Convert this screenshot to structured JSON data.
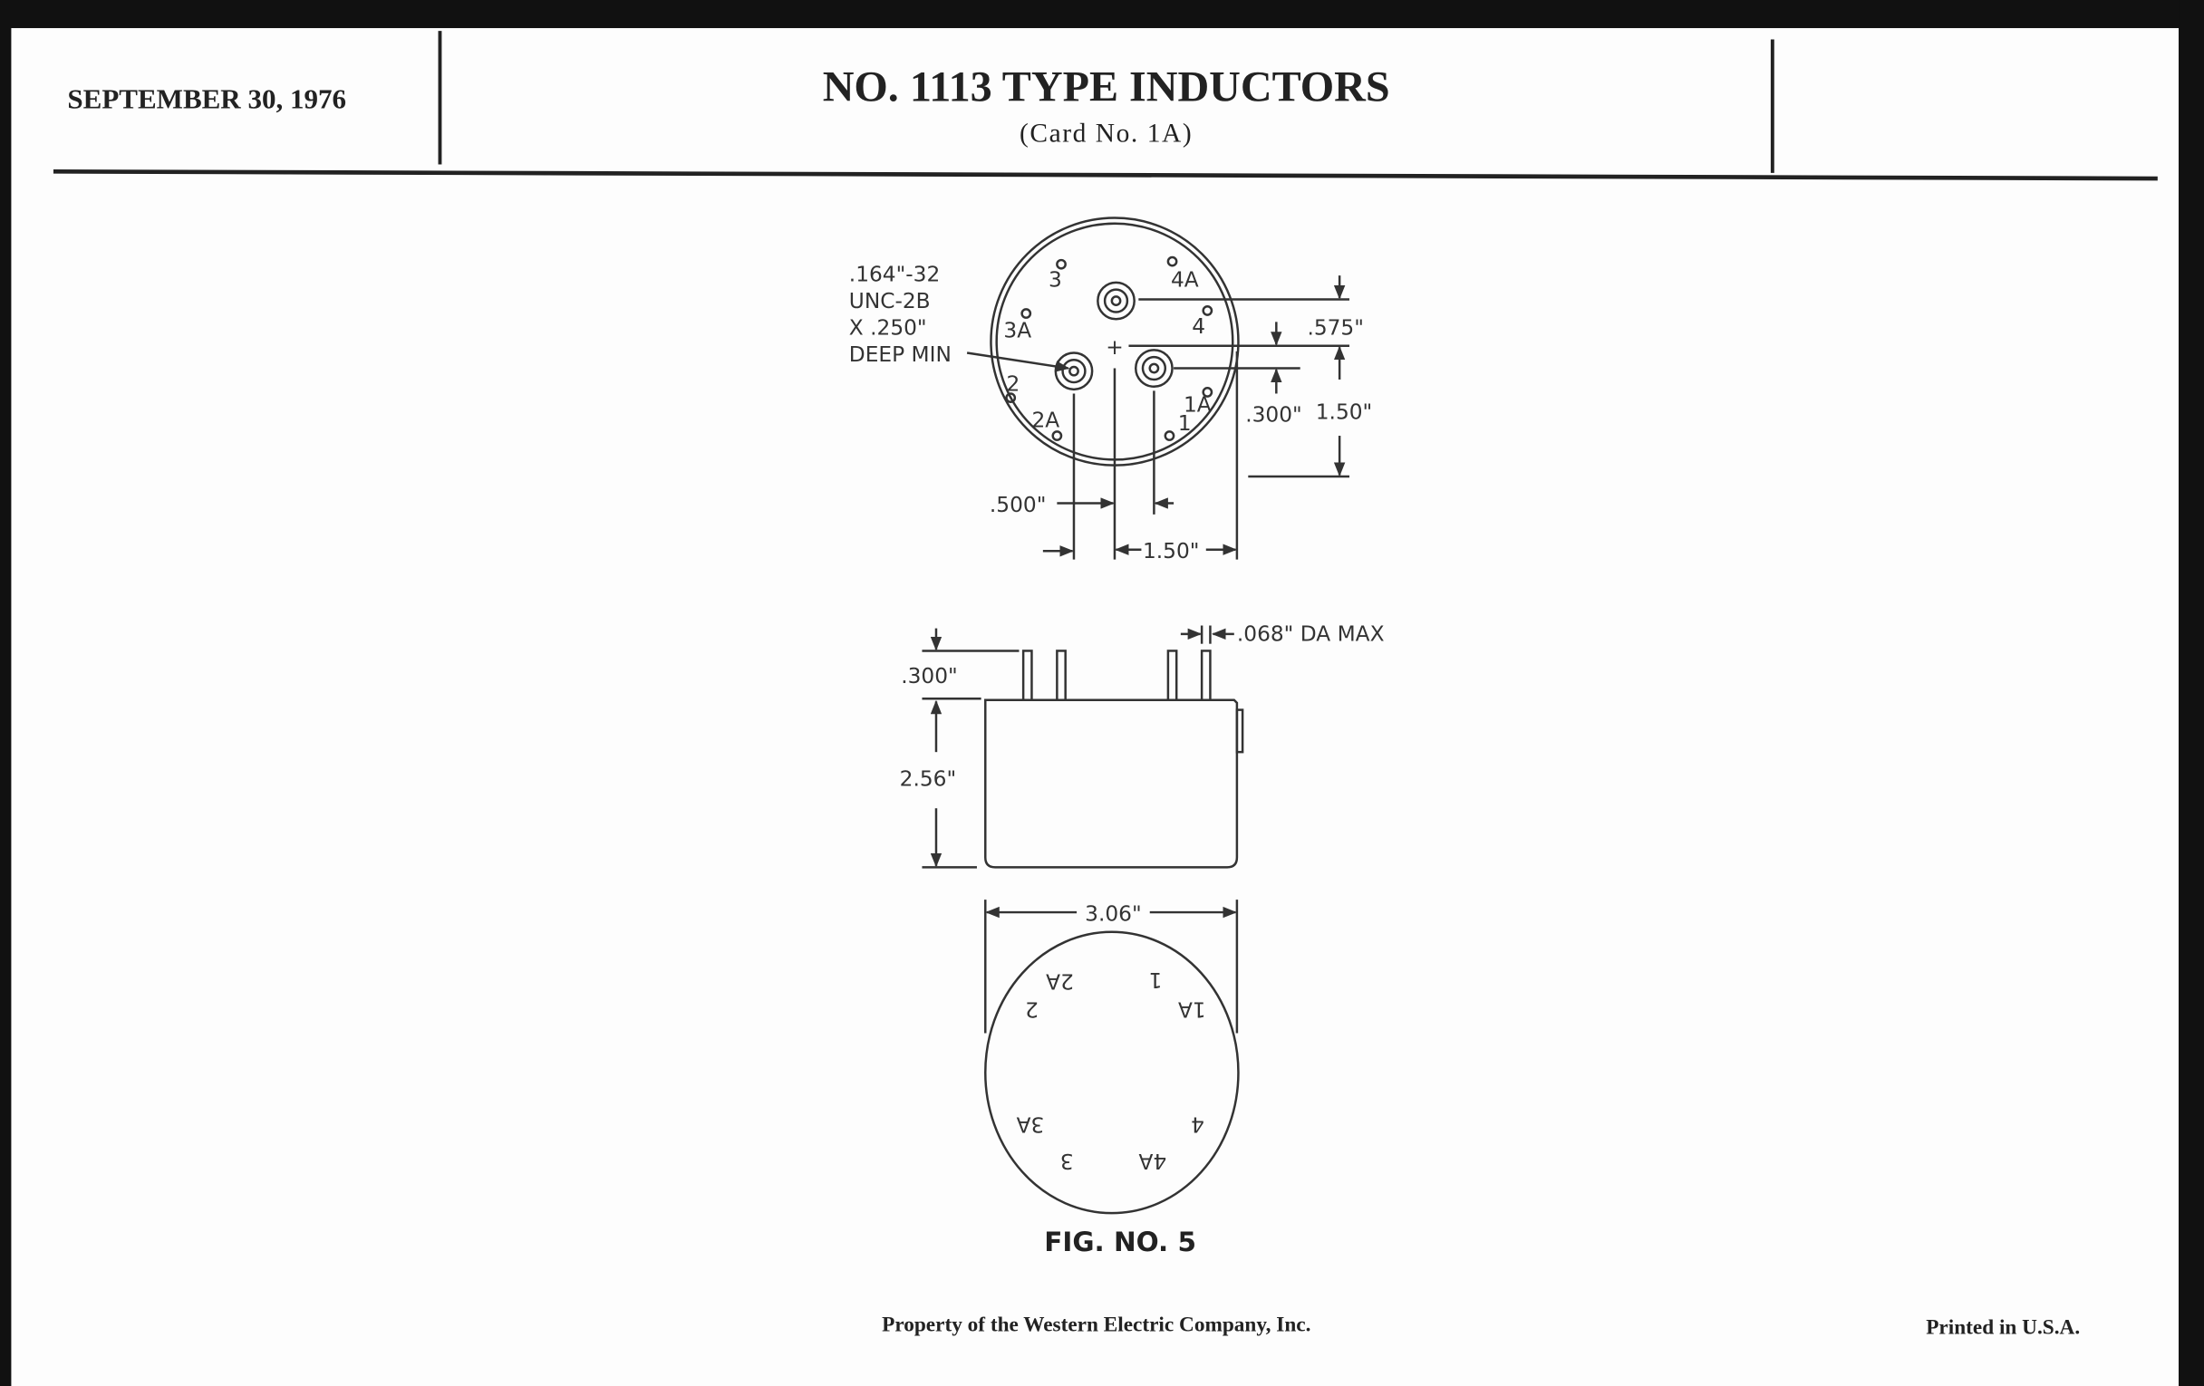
{
  "header": {
    "date": "SEPTEMBER 30, 1976",
    "title": "NO. 1113 TYPE INDUCTORS",
    "subtitle": "(Card No. 1A)"
  },
  "top_view": {
    "note_lines": [
      ".164\"-32",
      "UNC-2B",
      "X .250\"",
      "DEEP MIN"
    ],
    "terminals": [
      "3",
      "4A",
      "3A",
      "4",
      "2",
      "1A",
      "2A",
      "1"
    ],
    "dim_575": ".575\"",
    "dim_300": ".300\"",
    "dim_150_v": "1.50\"",
    "dim_500": ".500\"",
    "dim_150_h": "1.50\""
  },
  "side_view": {
    "dim_pin_dia": ".068\" DA MAX",
    "dim_pin_len": ".300\"",
    "dim_height": "2.56\""
  },
  "bottom_view": {
    "dim_diameter": "3.06\"",
    "terminals": [
      "2A",
      "1",
      "2",
      "1A",
      "3A",
      "4",
      "3",
      "4A"
    ]
  },
  "figure_label": "FIG. NO. 5",
  "footer": {
    "property": "Property of the Western Electric Company, Inc.",
    "printed": "Printed in U.S.A."
  }
}
